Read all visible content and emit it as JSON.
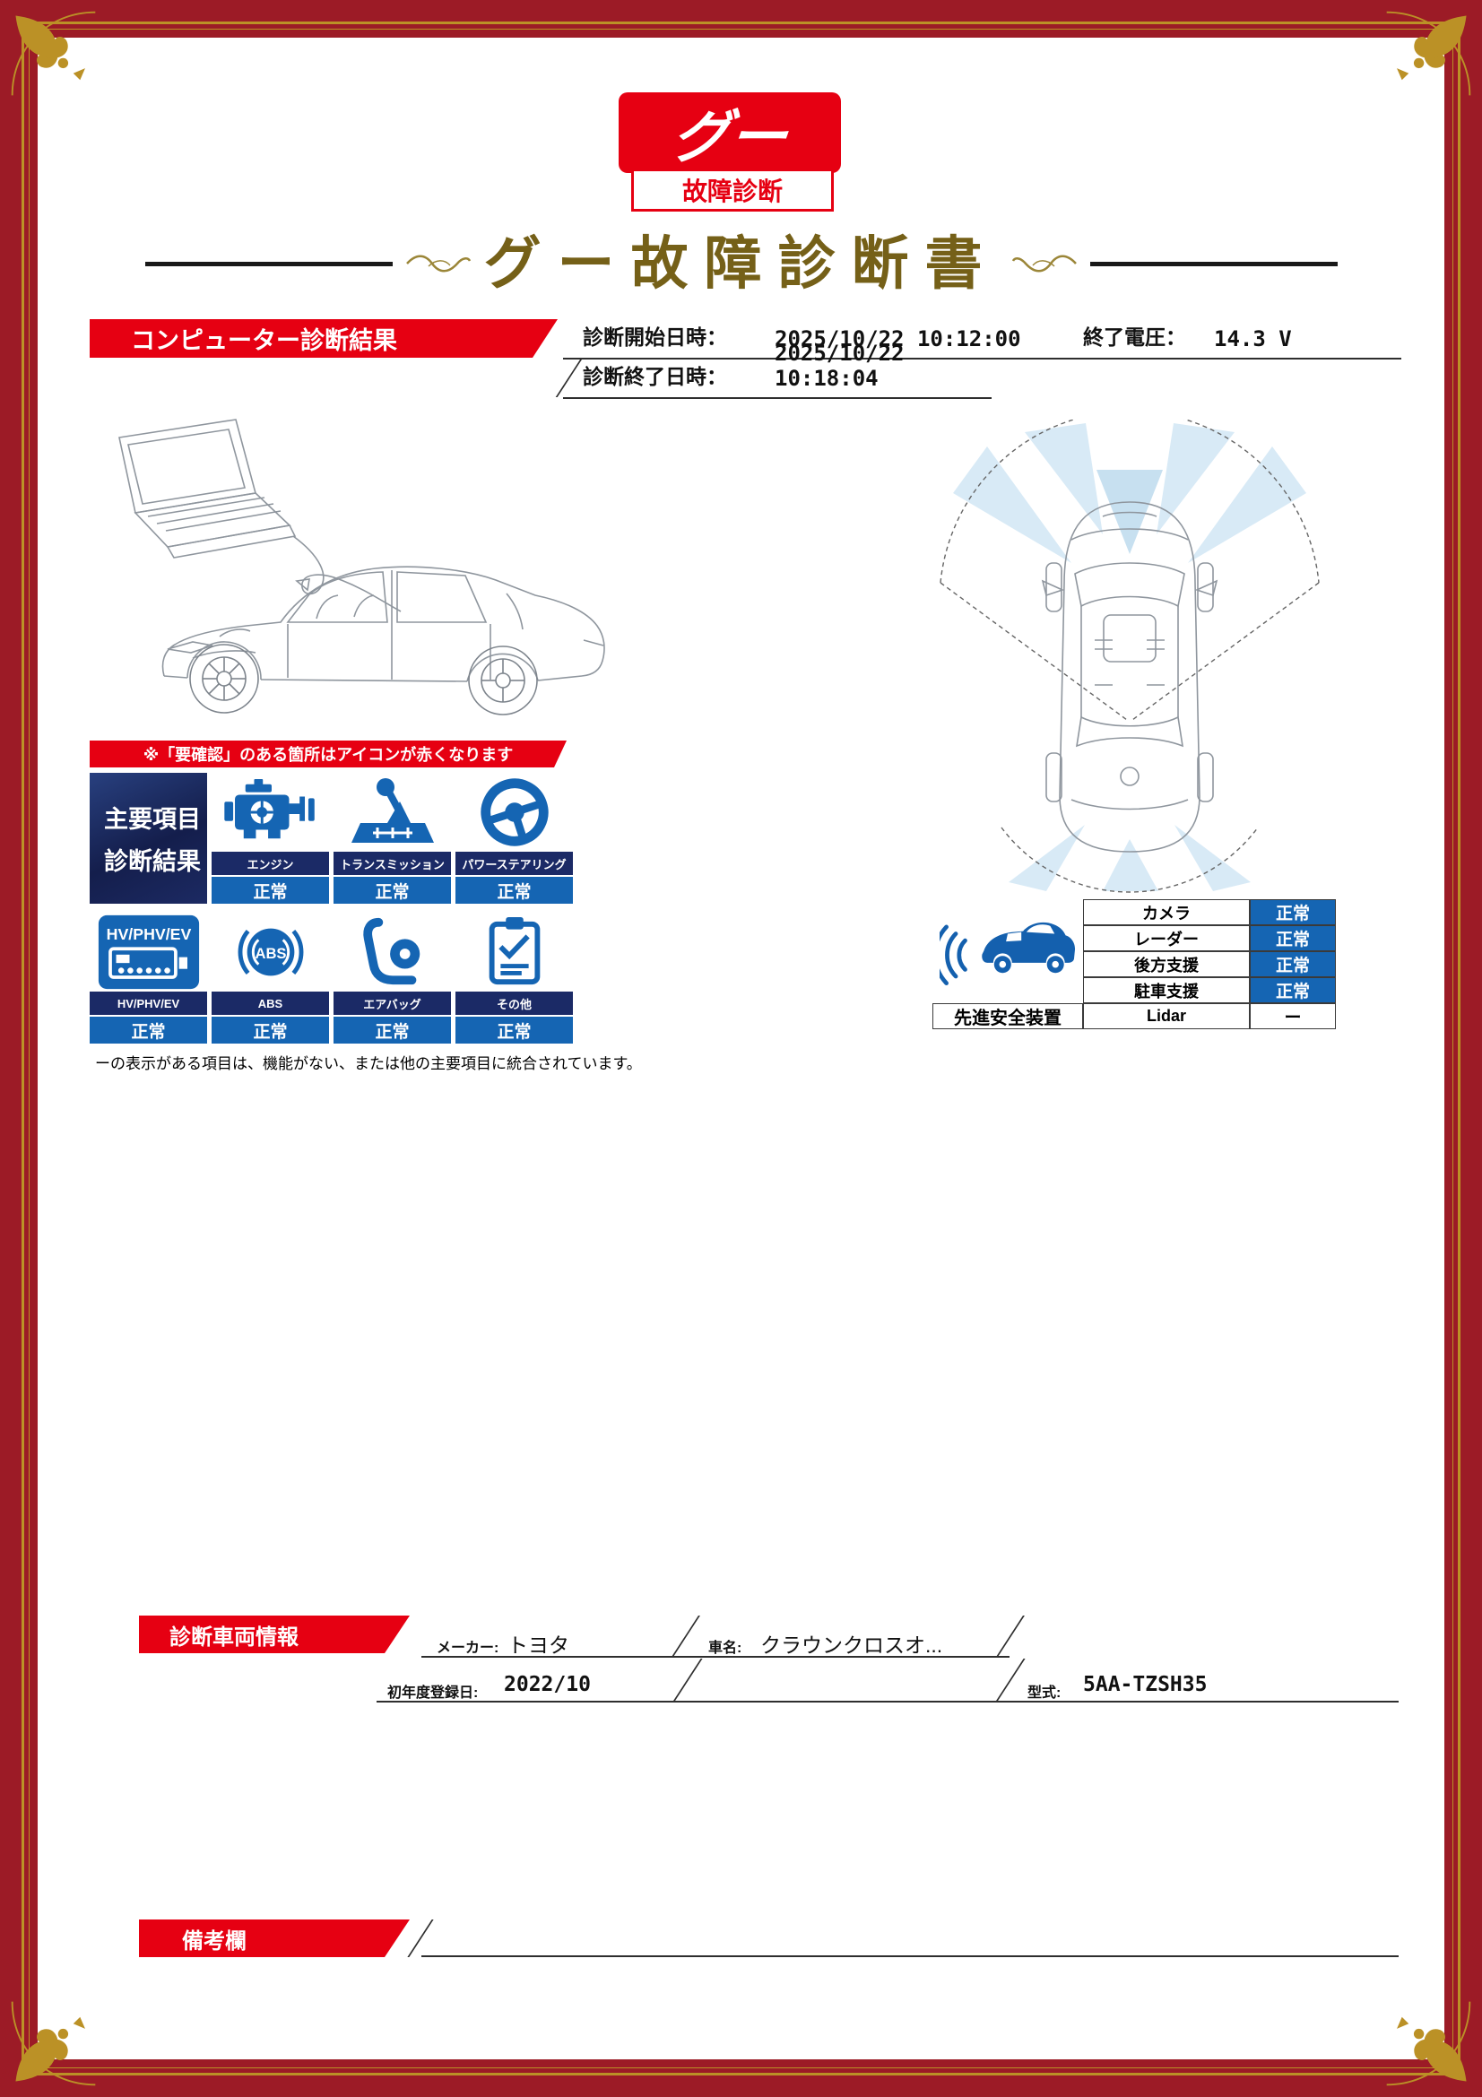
{
  "colors": {
    "frame_red": "#9c1b26",
    "accent_red": "#e60012",
    "navy": "#1b2a66",
    "blue": "#1565b3",
    "gold": "#bb9126",
    "title_brown": "#756018"
  },
  "logo": {
    "main": "グー",
    "sub": "故障診断"
  },
  "title": "グー故障診断書",
  "diagnosis": {
    "banner": "コンピューター診断結果",
    "start_label": "診断開始日時：",
    "start_value": "2025/10/22 10:12:00",
    "voltage_label": "終了電圧：",
    "voltage_value": "14.3 V",
    "end_label": "診断終了日時：",
    "end_value": "2025/10/22 10:18:04",
    "notice": "※「要確認」のある箇所はアイコンが赤くなります"
  },
  "main_grid": {
    "header_line1": "主要項目",
    "header_line2": "診断結果",
    "items": [
      {
        "icon": "engine-icon",
        "label": "エンジン",
        "status": "正常"
      },
      {
        "icon": "transmission-icon",
        "label": "トランスミッション",
        "status": "正常"
      },
      {
        "icon": "power-steering-icon",
        "label": "パワーステアリング",
        "status": "正常"
      },
      {
        "icon": "hv-phv-ev-icon",
        "label": "HV/PHV/EV",
        "status": "正常",
        "icon_text": "HV/PHV/EV"
      },
      {
        "icon": "abs-icon",
        "label": "ABS",
        "status": "正常",
        "icon_text": "ABS"
      },
      {
        "icon": "airbag-icon",
        "label": "エアバッグ",
        "status": "正常"
      },
      {
        "icon": "other-icon",
        "label": "その他",
        "status": "正常"
      }
    ],
    "footnote": "ーの表示がある項目は、機能がない、または他の主要項目に統合されています。"
  },
  "safety": {
    "label": "先進安全装置",
    "rows": [
      {
        "name": "カメラ",
        "status": "正常"
      },
      {
        "name": "レーダー",
        "status": "正常"
      },
      {
        "name": "後方支援",
        "status": "正常"
      },
      {
        "name": "駐車支援",
        "status": "正常"
      },
      {
        "name": "Lidar",
        "status": "ー"
      }
    ]
  },
  "vehicle": {
    "banner": "診断車両情報",
    "maker_label": "メーカー:",
    "maker_value": "トヨタ",
    "car_label": "車名:",
    "car_value": "クラウンクロスオ...",
    "first_reg_label": "初年度登録日:",
    "first_reg_value": "2022/10",
    "model_label": "型式:",
    "model_value": "5AA-TZSH35"
  },
  "remarks": {
    "banner": "備考欄"
  }
}
